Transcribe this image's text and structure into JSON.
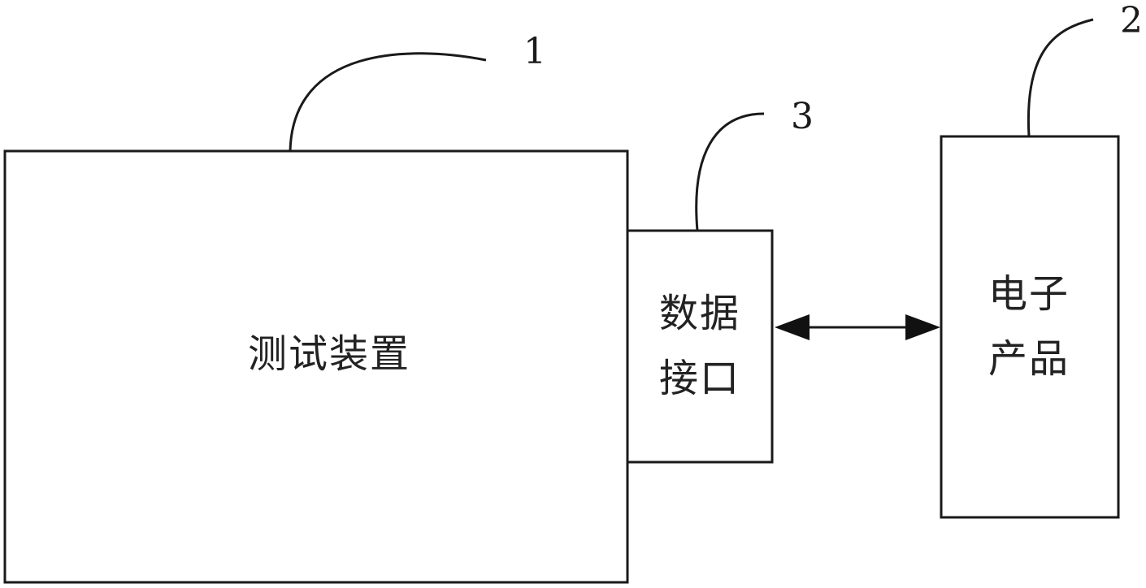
{
  "diagram": {
    "nodes": {
      "test_device": {
        "ref": "1",
        "lines": [
          "测试装置"
        ]
      },
      "data_interface": {
        "ref": "3",
        "lines": [
          "数据",
          "接口"
        ]
      },
      "electronic_product": {
        "ref": "2",
        "lines": [
          "电子",
          "产品"
        ]
      }
    },
    "connections": [
      {
        "from": "data_interface",
        "to": "electronic_product",
        "direction": "bidirectional"
      }
    ]
  }
}
